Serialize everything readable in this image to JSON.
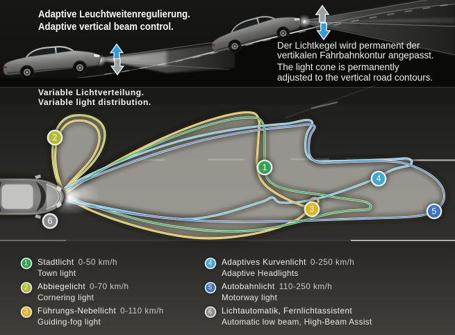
{
  "header": {
    "title_de": "Adaptive Leuchtweitenregulierung.",
    "title_en": "Adaptive vertical beam control.",
    "desc_de_line1": "Der Lichtkegel wird permanent der",
    "desc_de_line2": "vertikalen Fahrbahnkontur angepasst.",
    "desc_en_line1": "The light cone is permanently",
    "desc_en_line2": "adjusted to the vertical road contours."
  },
  "distribution": {
    "title_de": "Variable Lichtverteilung.",
    "title_en": "Variable light distribution."
  },
  "legend": {
    "items": [
      {
        "num": "1",
        "color": "#2ea457",
        "name_de": "Stadtlicht",
        "speed": "0-50 km/h",
        "name_en": "Town light"
      },
      {
        "num": "2",
        "color": "#b2bc2e",
        "name_de": "Abbiegelicht",
        "speed": "0-70 km/h",
        "name_en": "Cornering light"
      },
      {
        "num": "3",
        "color": "#e2b31d",
        "name_de": "Führungs-Nebellicht",
        "speed": "0-110 km/h",
        "name_en": "Guiding-fog light"
      },
      {
        "num": "4",
        "color": "#3fa8d8",
        "name_de": "Adaptives Kurvenlicht",
        "speed": "0-250 km/h",
        "name_en": "Adaptive Headlights"
      },
      {
        "num": "5",
        "color": "#3d74c2",
        "name_de": "Autobahnlicht",
        "speed": "110-250 km/h",
        "name_en": "Motorway light"
      },
      {
        "num": "6",
        "color": "#8a8c8e",
        "name_de": "Lichtautomatik, Fernlichtassistent",
        "speed": "",
        "name_en": "Automatic low beam, High-Beam Assist"
      }
    ]
  },
  "colors": {
    "arrow_blue": "#2f9ed9",
    "arrow_gray": "#97a0a3",
    "beam_outline_green": "#3aa85a",
    "beam_outline_olive": "#bcc534",
    "beam_outline_yellow": "#e8c02e",
    "beam_outline_cyan": "#6ec6e8",
    "beam_outline_blue": "#5b8ad0"
  }
}
